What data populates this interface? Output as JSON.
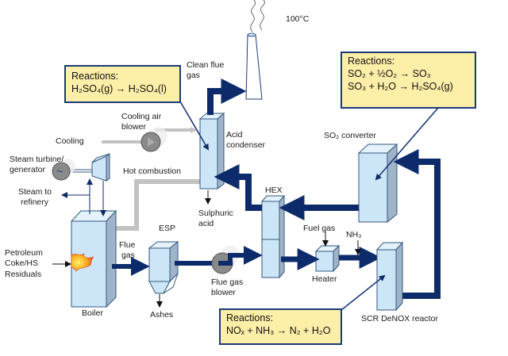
{
  "diagram": {
    "title": "Sulphuric acid plant / flue gas treatment process flow",
    "colors": {
      "pipe": "#0d2b6b",
      "vessel": "#cde6f7",
      "reaction_box": "#fdeea8",
      "hot_line": "#c2c2c2"
    },
    "labels": {
      "temp": "100°C",
      "clean_flue_gas_1": "Clean flue",
      "clean_flue_gas_2": "gas",
      "acid_condenser_1": "Acid",
      "acid_condenser_2": "condenser",
      "cooling_air_blower_1": "Cooling air",
      "cooling_air_blower_2": "blower",
      "cooling": "Cooling",
      "steam_turbine_1": "Steam turbine/",
      "steam_turbine_2": "generator",
      "hot_combustion": "Hot combustion",
      "steam_refinery_1": "Steam to",
      "steam_refinery_2": "refinery",
      "sulphuric_acid_1": "Sulphuric",
      "sulphuric_acid_2": "acid",
      "hex": "HEX",
      "so2_converter": "SO₂ converter",
      "esp": "ESP",
      "flue_gas_1": "Flue",
      "flue_gas_2": "gas",
      "fuel_gas": "Fuel gas",
      "nh3": "NH₃",
      "petroleum_1": "Petroleum",
      "petroleum_2": "Coke/HS",
      "petroleum_3": "Residuals",
      "flue_gas_blower_1": "Flue gas",
      "flue_gas_blower_2": "blower",
      "heater": "Heater",
      "boiler": "Boiler",
      "ashes": "Ashes",
      "scr_reactor": "SCR DeNOX reactor",
      "generator_symbol": "~"
    },
    "reaction_boxes": {
      "condenser": {
        "heading": "Reactions:",
        "lines": [
          "H₂SO₄(g) → H₂SO₄(l)"
        ]
      },
      "converter": {
        "heading": "Reactions:",
        "lines": [
          "SO₂ + ½O₂ → SO₃",
          "SO₃ + H₂O → H₂SO₄(g)"
        ]
      },
      "scr": {
        "heading": "Reactions:",
        "lines": [
          "NOₓ + NH₃ → N₂ + H₂O"
        ]
      }
    }
  }
}
